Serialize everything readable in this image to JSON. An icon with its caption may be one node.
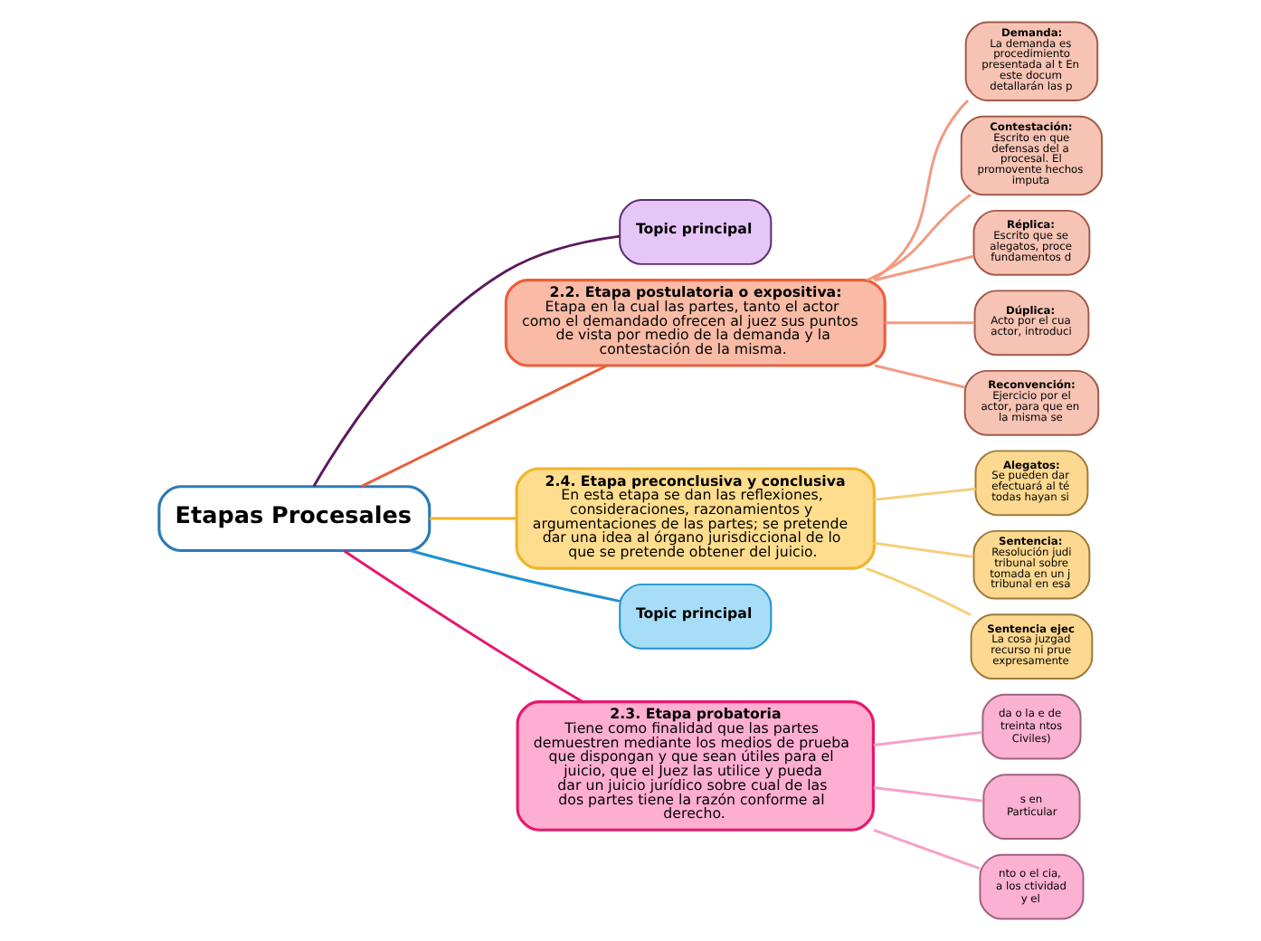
{
  "diagram": {
    "nodes": [
      {
        "text": [
          "Etapas Procesales"
        ]
      },
      {
        "text": [
          "Topic principal"
        ]
      },
      {
        "text": [
          "2.2. Etapa postulatoria o expositiva:",
          "Etapa en la cual las partes, tanto el actor como el demandado ofrecen al juez sus puntos de vista por medio de la demanda y la contestación de la misma."
        ]
      },
      {
        "text": [
          "Demanda:",
          "La demanda es procedimiento presentada al t En este docum detallarán las p"
        ]
      },
      {
        "text": [
          "Contestación:",
          "Escrito en que defensas del a procesal. El promovente hechos imputa"
        ]
      },
      {
        "text": [
          "Réplica:",
          "Escrito que se alegatos, proce fundamentos d"
        ]
      },
      {
        "text": [
          "Dúplica:",
          "Acto por el cua actor, introduci"
        ]
      },
      {
        "text": [
          "Reconvención:",
          "Ejercicio por el actor, para que en la misma se"
        ]
      },
      {
        "text": [
          "2.4. Etapa preconclusiva y conclusiva",
          "En esta etapa se dan las reflexiones, consideraciones, razonamientos y argumentaciones de las partes; se pretende dar una idea al órgano jurisdiccional de lo que se pretende obtener del juicio."
        ]
      },
      {
        "text": [
          "Alegatos:",
          "Se pueden dar efectuará al té todas hayan si"
        ]
      },
      {
        "text": [
          "Sentencia:",
          "Resolución judi tribunal sobre tomada en un j tribunal en esa"
        ]
      },
      {
        "text": [
          "Sentencia ejec",
          "La cosa juzgad recurso ni prue expresamente"
        ]
      },
      {
        "text": [
          "Topic principal"
        ]
      },
      {
        "text": [
          "2.3. Etapa probatoria",
          "Tiene como finalidad que las partes demuestren mediante los medios de prueba que dispongan y que sean útiles para el juicio, que el Juez las utilice y pueda dar un juicio jurídico sobre cual de las dos partes tiene la razón conforme al derecho."
        ]
      },
      {
        "text": [
          "da o la e de treinta ntos Civiles)"
        ]
      },
      {
        "text": [
          "s en Particular"
        ]
      },
      {
        "text": [
          "nto o el cia, a los ctividad y el"
        ]
      }
    ],
    "edges": [
      {
        "from": 0,
        "to": 1,
        "arrow": "none",
        "color": "#5c1a5c"
      },
      {
        "from": 0,
        "to": 2,
        "arrow": "none",
        "color": "#e8603c"
      },
      {
        "from": 2,
        "to": 3,
        "arrow": "none",
        "color": "#f29a80"
      },
      {
        "from": 2,
        "to": 4,
        "arrow": "none",
        "color": "#f29a80"
      },
      {
        "from": 2,
        "to": 5,
        "arrow": "none",
        "color": "#f29a80"
      },
      {
        "from": 2,
        "to": 6,
        "arrow": "none",
        "color": "#f29a80"
      },
      {
        "from": 2,
        "to": 7,
        "arrow": "none",
        "color": "#f29a80"
      },
      {
        "from": 0,
        "to": 8,
        "arrow": "none",
        "color": "#f0b429"
      },
      {
        "from": 8,
        "to": 9,
        "arrow": "none",
        "color": "#f5cf7a"
      },
      {
        "from": 8,
        "to": 10,
        "arrow": "none",
        "color": "#f5cf7a"
      },
      {
        "from": 8,
        "to": 11,
        "arrow": "none",
        "color": "#f5cf7a"
      },
      {
        "from": 0,
        "to": 12,
        "arrow": "none",
        "color": "#1e90d0"
      },
      {
        "from": 0,
        "to": 13,
        "arrow": "none",
        "color": "#e6186d"
      },
      {
        "from": 13,
        "to": 14,
        "arrow": "none",
        "color": "#f7a0c8"
      },
      {
        "from": 13,
        "to": 15,
        "arrow": "none",
        "color": "#f7a0c8"
      },
      {
        "from": 13,
        "to": 16,
        "arrow": "none",
        "color": "#f7a0c8"
      }
    ]
  }
}
